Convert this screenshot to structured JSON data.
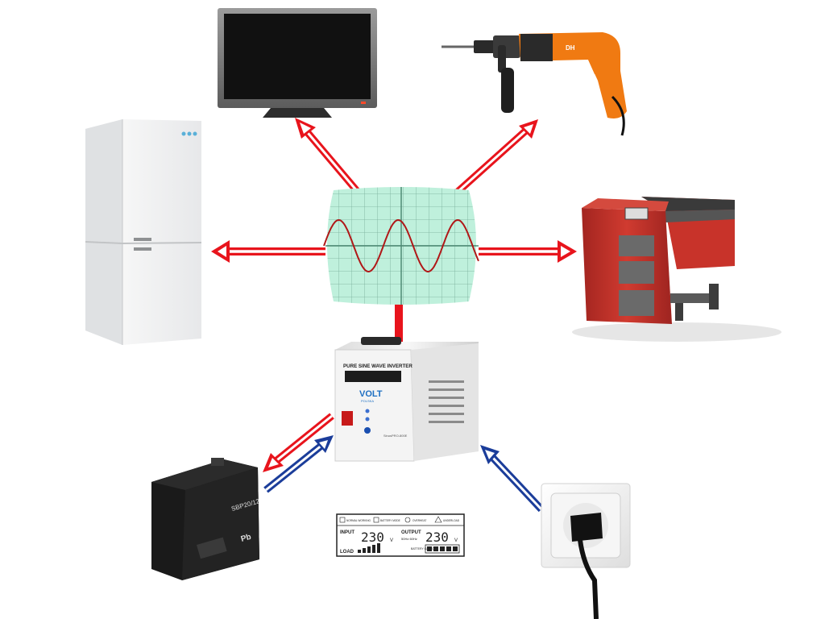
{
  "inverter": {
    "title": "PURE SINE WAVE INVERTER",
    "brand": "VOLT",
    "brand_sub": "POLSKA",
    "model": "SinusPRO-800E"
  },
  "battery": {
    "label": "SBP20/12",
    "chem": "Pb"
  },
  "lcd": {
    "input_label": "INPUT",
    "input_value": "230",
    "input_unit": "V",
    "output_label": "OUTPUT",
    "output_value": "230",
    "output_unit": "V",
    "freq": "50Hz  60Hz",
    "load_label": "LOAD",
    "capacity_label": "BATTERY CAPACITY",
    "top_icons": [
      "NORMAL WORKING",
      "BATTERY MODE",
      "OVERHEAT",
      "UNDERLOAD"
    ]
  },
  "colors": {
    "output_arrow": "#e8141c",
    "input_arrow": "#1b3d9a",
    "scope_screen": "#bff0dc",
    "sine_wave": "#b01818",
    "inverter_body": "#f2f2f2",
    "boiler": "#c8332a",
    "drill": "#f07a12"
  }
}
